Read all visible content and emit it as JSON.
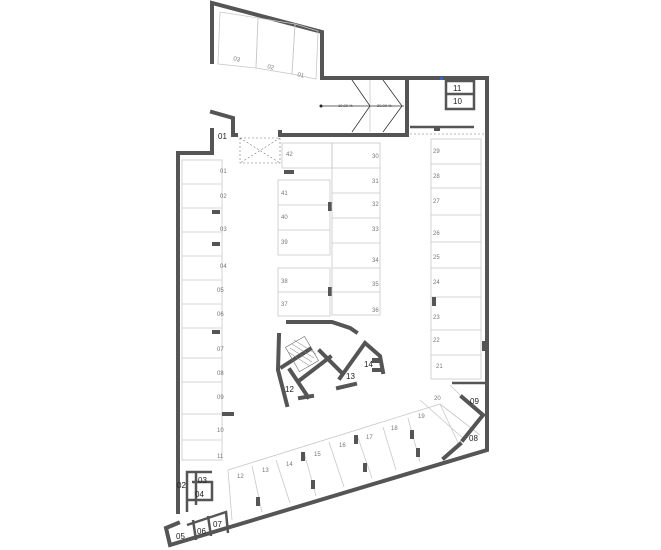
{
  "title": "Parking level floor plan",
  "accent_color": "#555555",
  "ramps": {
    "slope_a": "10.00 %",
    "slope_b": "20.00 %"
  },
  "top_stalls": [
    "03",
    "02",
    "01"
  ],
  "left_stalls": [
    "01",
    "02",
    "03",
    "04",
    "05",
    "06",
    "07",
    "08",
    "09",
    "10",
    "11"
  ],
  "bottom_stalls": [
    "12",
    "13",
    "14",
    "15",
    "16",
    "17",
    "18",
    "19",
    "20"
  ],
  "right_stalls": [
    "29",
    "28",
    "27",
    "26",
    "25",
    "24",
    "23",
    "22",
    "21"
  ],
  "center_left_stalls": [
    "42",
    "41",
    "40",
    "39",
    "38",
    "37"
  ],
  "center_right_stalls": [
    "30",
    "31",
    "32",
    "33",
    "34",
    "35",
    "36"
  ],
  "rooms": {
    "r01": "01",
    "r02": "02",
    "r03": "03",
    "r04": "04",
    "r05": "05",
    "r06": "06",
    "r07": "07",
    "r08": "08",
    "r09": "09",
    "r10": "10",
    "r11": "11",
    "r12": "12",
    "r13": "13",
    "r14": "14"
  }
}
